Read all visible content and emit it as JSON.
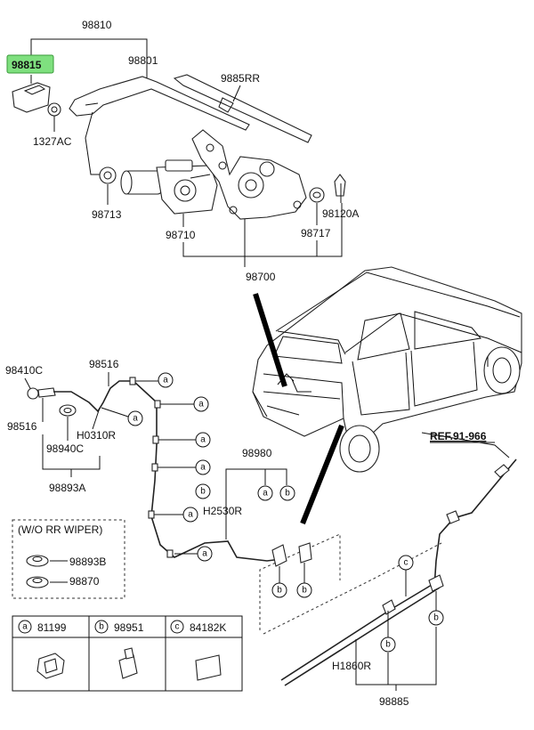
{
  "labels": {
    "p98810": "98810",
    "p98815": "98815",
    "p98801": "98801",
    "p9885RR": "9885RR",
    "p1327AC": "1327AC",
    "p98713": "98713",
    "p98710": "98710",
    "p98717": "98717",
    "p98120A": "98120A",
    "p98700": "98700",
    "p98410C": "98410C",
    "p98516a": "98516",
    "p98516b": "98516",
    "pH0310R": "H0310R",
    "p98940C": "98940C",
    "p98893A": "98893A",
    "p98980": "98980",
    "pH2530R": "H2530R",
    "pRef": "REF.91-966",
    "pH1860R": "H1860R",
    "p98885": "98885",
    "p98893B": "98893B",
    "p98870": "98870"
  },
  "note_box": {
    "title": "(W/O RR WIPER)"
  },
  "callout_letters": {
    "a": "a",
    "b": "b",
    "c": "c"
  },
  "legend": [
    {
      "letter": "a",
      "part": "81199"
    },
    {
      "letter": "b",
      "part": "98951"
    },
    {
      "letter": "c",
      "part": "84182K"
    }
  ],
  "highlight_color": "#7fe07f"
}
